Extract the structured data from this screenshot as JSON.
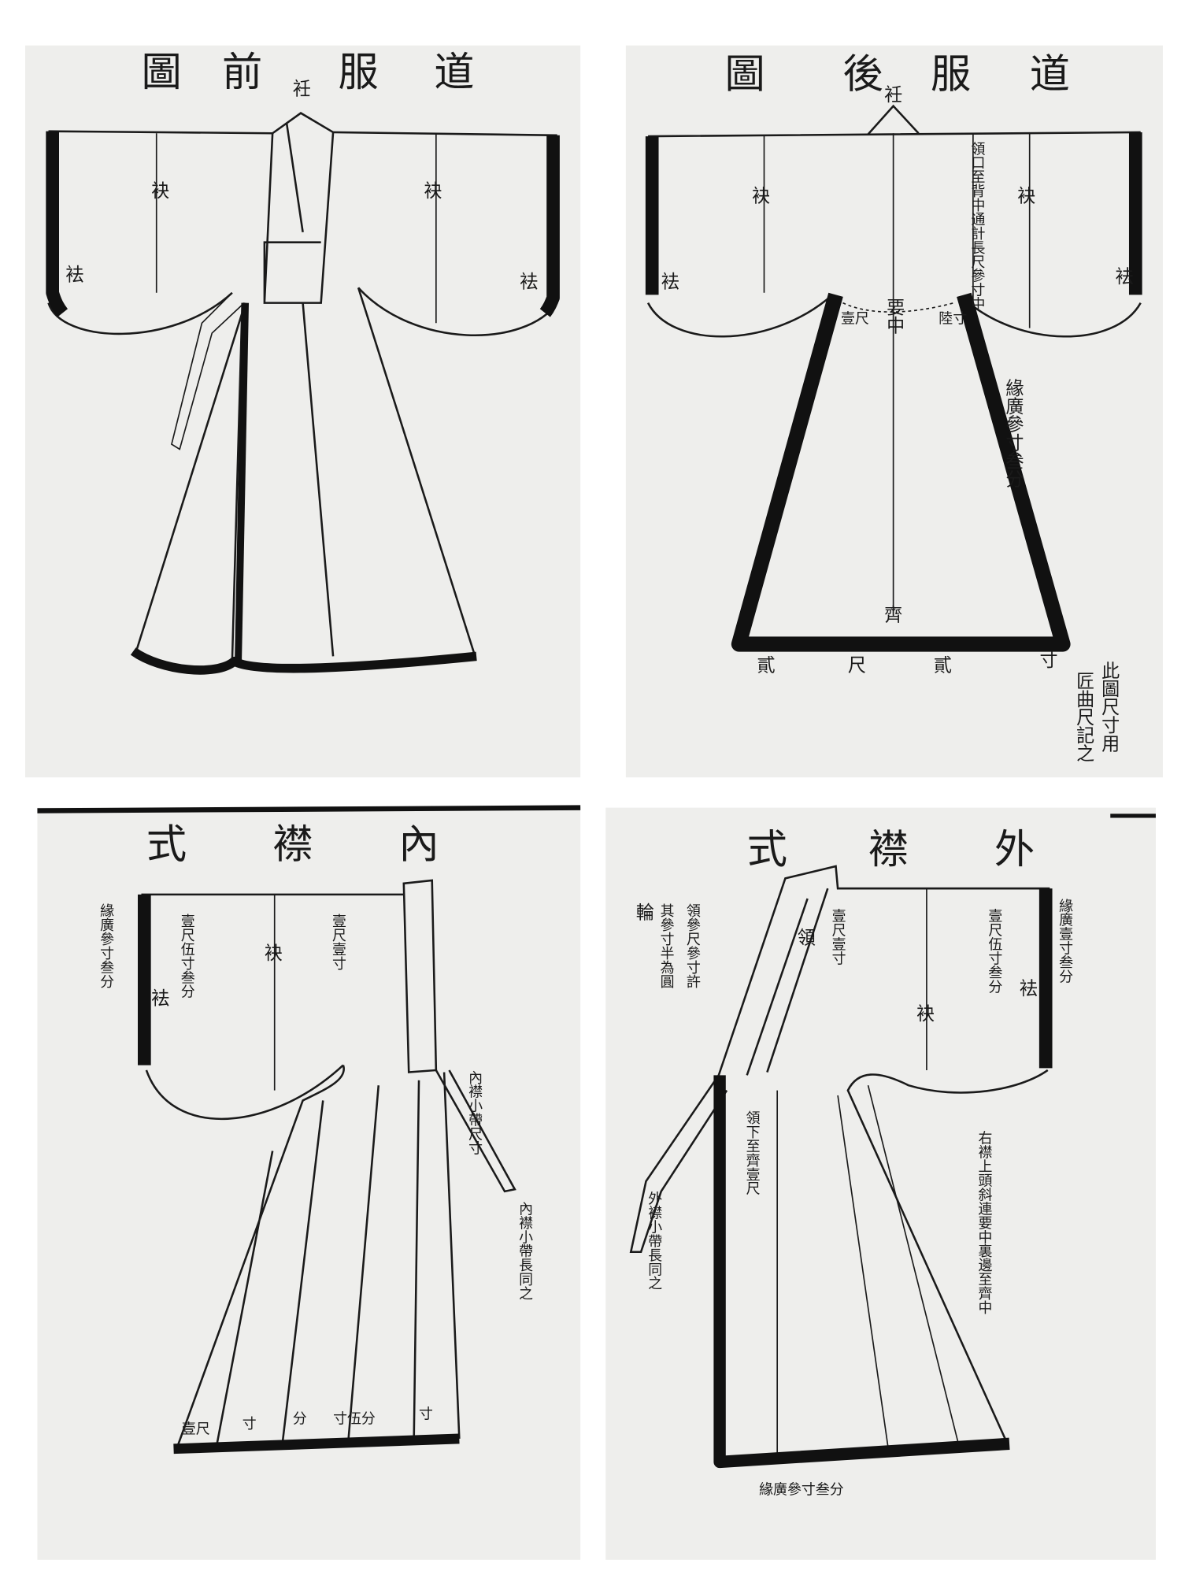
{
  "panels": {
    "front": {
      "title": [
        "圖",
        "前",
        "服",
        "道"
      ],
      "collar_label": "衽",
      "sleeve_labels": [
        "袂",
        "袂"
      ],
      "cuff_labels": [
        "袪",
        "袪"
      ]
    },
    "back": {
      "title": [
        "圖",
        "後",
        "服",
        "道"
      ],
      "collar_label": "衽",
      "sleeve_labels": [
        "袂",
        "袂"
      ],
      "cuff_labels": [
        "袪",
        "袪"
      ],
      "center_note": "領口至背中通計長尺參寸中",
      "waist_label": "要中",
      "waist_measures": [
        "壹尺",
        "陸寸"
      ],
      "border_note": "緣廣參寸叁分",
      "hem_label": "齊",
      "hem_measures": [
        "貳",
        "尺",
        "貳",
        "寸"
      ],
      "footnote": [
        "此圖尺寸用",
        "匠曲尺記之"
      ]
    },
    "inner": {
      "title": [
        "式",
        "襟",
        "內"
      ],
      "border_note": "緣廣參寸叁分",
      "sleeve_measure_1": "壹尺伍寸叁分",
      "sleeve_measure_2": "壹尺壹寸",
      "sleeve_label": "袂",
      "cuff_label": "袪",
      "tie_note": "內襟小帶尺寸",
      "tie_length_note": "內襟小帶長同之",
      "hem_measures": [
        "壹尺",
        "寸",
        "分",
        "寸伍分",
        "寸"
      ]
    },
    "outer": {
      "title": [
        "式",
        "襟",
        "外"
      ],
      "collar_label": "領",
      "collar_note_1": "領參尺參寸許",
      "collar_note_2": "其參寸半為圓",
      "side_mark": "輪",
      "sleeve_measure_1": "壹尺壹寸",
      "sleeve_measure_2": "壹尺伍寸叁分",
      "border_note": "緣廣壹寸叁分",
      "sleeve_label": "袂",
      "cuff_label": "袪",
      "tie_note": "外襟小帶長同之",
      "front_note": "領下至齊壹尺",
      "right_note": "右襟上頭斜連要中裏邊至齊中",
      "hem_note": "緣廣參寸叁分"
    }
  }
}
